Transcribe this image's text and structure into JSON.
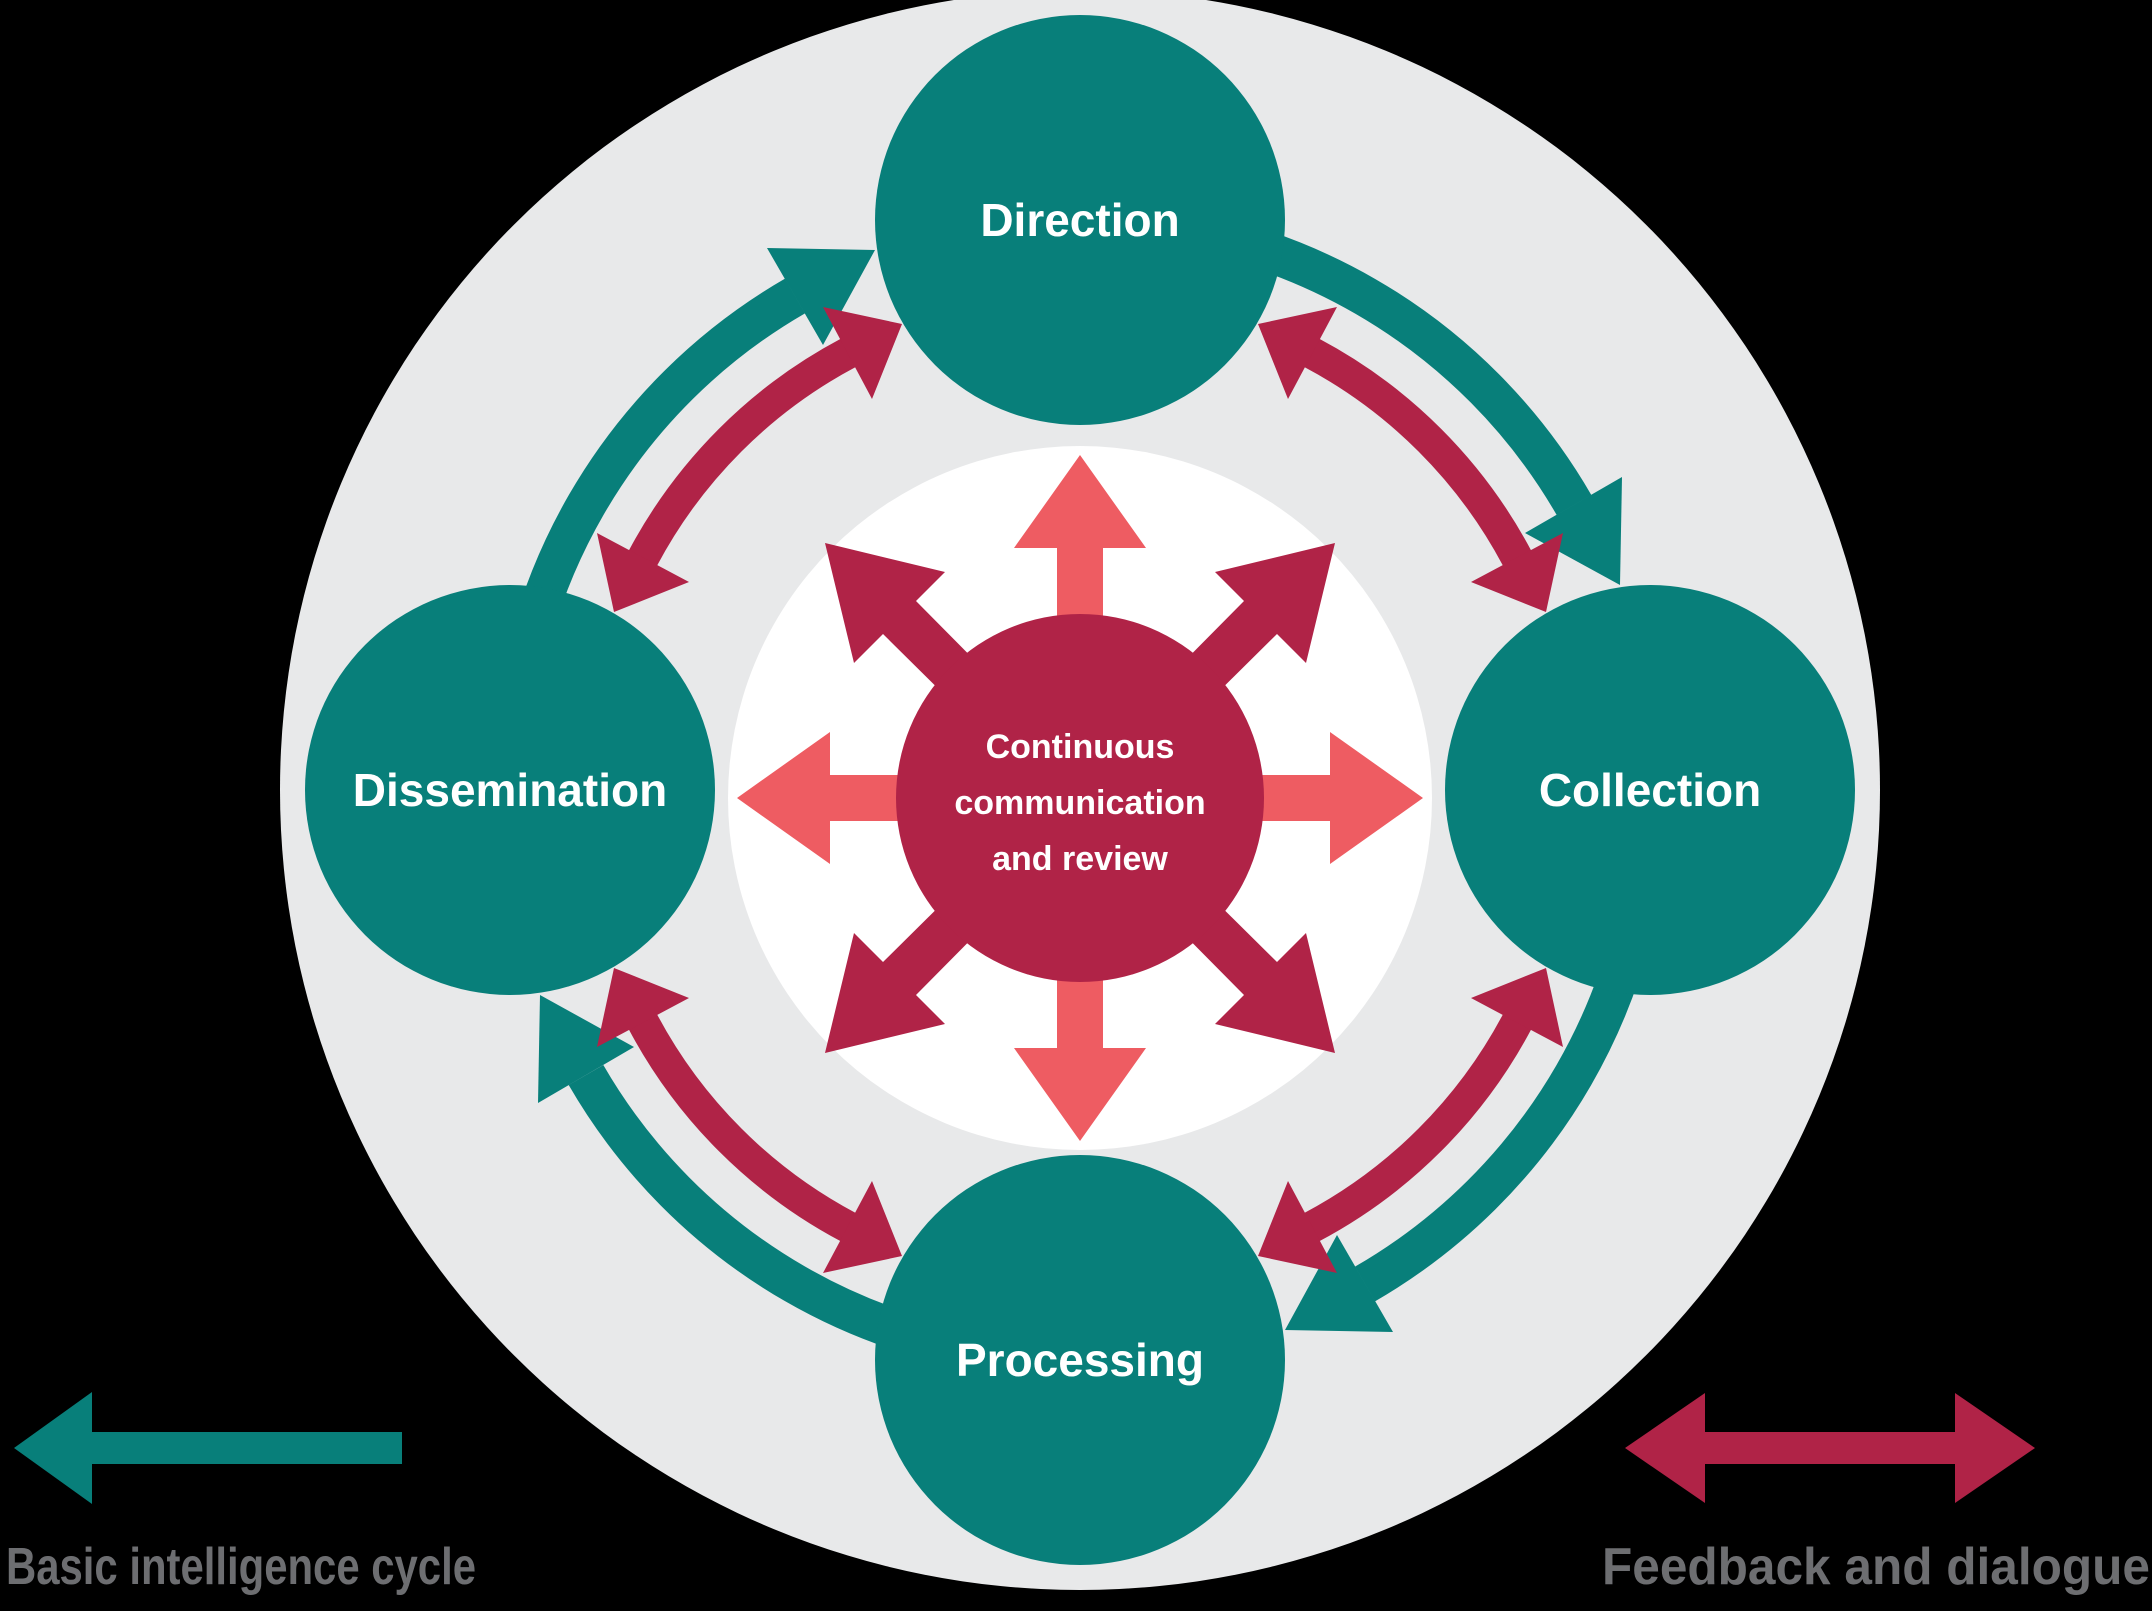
{
  "diagram": {
    "colors": {
      "background": "#000000",
      "outer_disc": "#e8e9ea",
      "inner_disc": "#ffffff",
      "node": "#087f7a",
      "node_label": "#ffffff",
      "hub": "#b02347",
      "hub_label": "#ffffff",
      "hub_arrow_cardinal": "#ee5c62",
      "hub_arrow_diagonal": "#b02347",
      "cycle_arrow": "#087f7a",
      "feedback_arrow": "#b02347",
      "legend_text": "#6d6e71"
    },
    "nodes": [
      {
        "id": "direction",
        "label": "Direction"
      },
      {
        "id": "collection",
        "label": "Collection"
      },
      {
        "id": "processing",
        "label": "Processing"
      },
      {
        "id": "dissemination",
        "label": "Dissemination"
      }
    ],
    "hub": {
      "line1": "Continuous",
      "line2": "communication",
      "line3": "and review"
    },
    "legend": {
      "cycle_label": "Basic intelligence cycle",
      "feedback_label": "Feedback and dialogue"
    }
  }
}
